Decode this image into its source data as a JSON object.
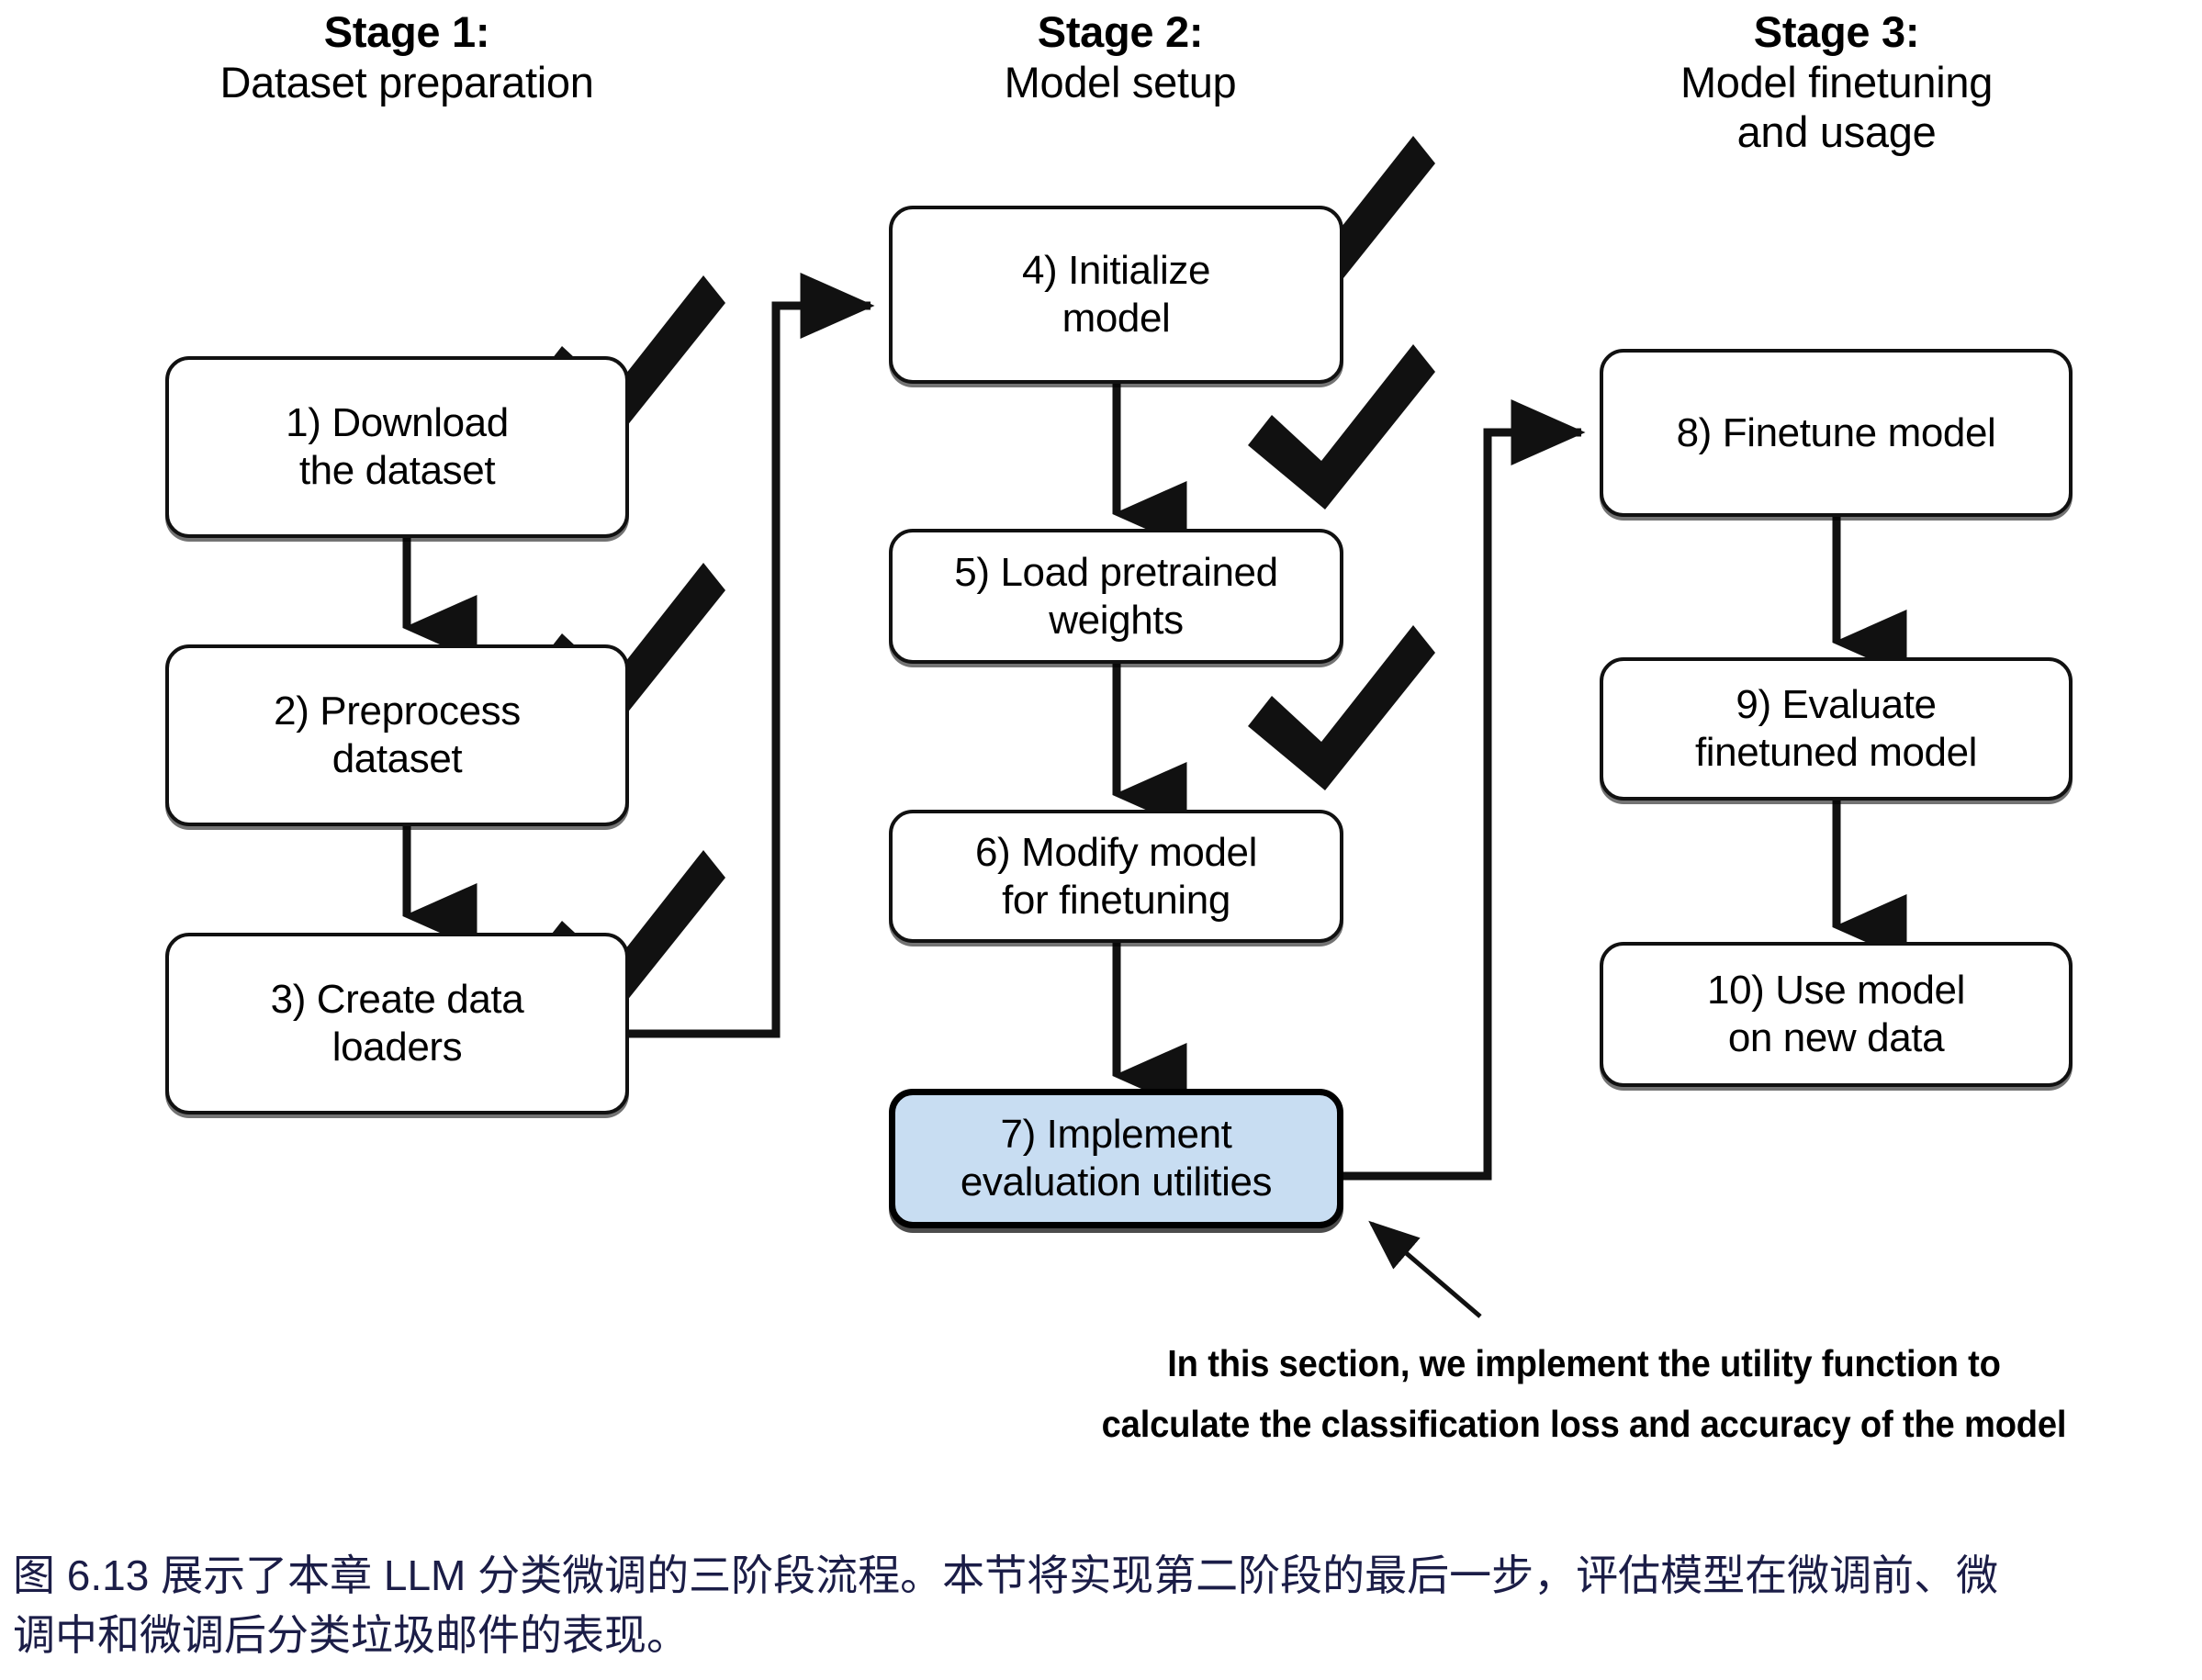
{
  "figure": {
    "type": "flowchart",
    "title": "Three-stage LLM classification finetuning pipeline",
    "highlight_color": "#c8ddf2",
    "caption_color": "#1b1d47"
  },
  "stages": [
    {
      "id": "stage-1",
      "title": "Stage 1:",
      "subtitle": "Dataset preparation"
    },
    {
      "id": "stage-2",
      "title": "Stage 2:",
      "subtitle": "Model setup"
    },
    {
      "id": "stage-3",
      "title": "Stage 3:",
      "subtitle_line1": "Model finetuning",
      "subtitle_line2": "and usage"
    }
  ],
  "boxes": [
    {
      "id": "box-1",
      "number": "1)",
      "line1": "1) Download",
      "line2": "the dataset",
      "checked": true,
      "highlighted": false
    },
    {
      "id": "box-2",
      "number": "2)",
      "line1": "2) Preprocess",
      "line2": "dataset",
      "checked": true,
      "highlighted": false
    },
    {
      "id": "box-3",
      "number": "3)",
      "line1": "3) Create data",
      "line2": "loaders",
      "checked": true,
      "highlighted": false
    },
    {
      "id": "box-4",
      "number": "4)",
      "line1": "4) Initialize",
      "line2": "model",
      "checked": true,
      "highlighted": false
    },
    {
      "id": "box-5",
      "number": "5)",
      "line1": "5) Load pretrained",
      "line2": "weights",
      "checked": true,
      "highlighted": false
    },
    {
      "id": "box-6",
      "number": "6)",
      "line1": "6) Modify model",
      "line2": "for finetuning",
      "checked": true,
      "highlighted": false
    },
    {
      "id": "box-7",
      "number": "7)",
      "line1": "7) Implement",
      "line2": "evaluation utilities",
      "checked": false,
      "highlighted": true
    },
    {
      "id": "box-8",
      "number": "8)",
      "line1": "8) Finetune model",
      "line2": "",
      "checked": false,
      "highlighted": false
    },
    {
      "id": "box-9",
      "number": "9)",
      "line1": "9) Evaluate",
      "line2": "finetuned model",
      "checked": false,
      "highlighted": false
    },
    {
      "id": "box-10",
      "number": "10)",
      "line1": "10) Use model",
      "line2": "on new data",
      "checked": false,
      "highlighted": false
    }
  ],
  "annotation": {
    "line1": "In this section, we implement the utility function to",
    "line2": "calculate the classification loss and accuracy of the model"
  },
  "caption": {
    "line1": "图 6.13 展示了本章 LLM 分类微调的三阶段流程。本节将实现第二阶段的最后一步，评估模型在微调前、微",
    "line2": "调中和微调后分类垃圾邮件的表现。"
  }
}
